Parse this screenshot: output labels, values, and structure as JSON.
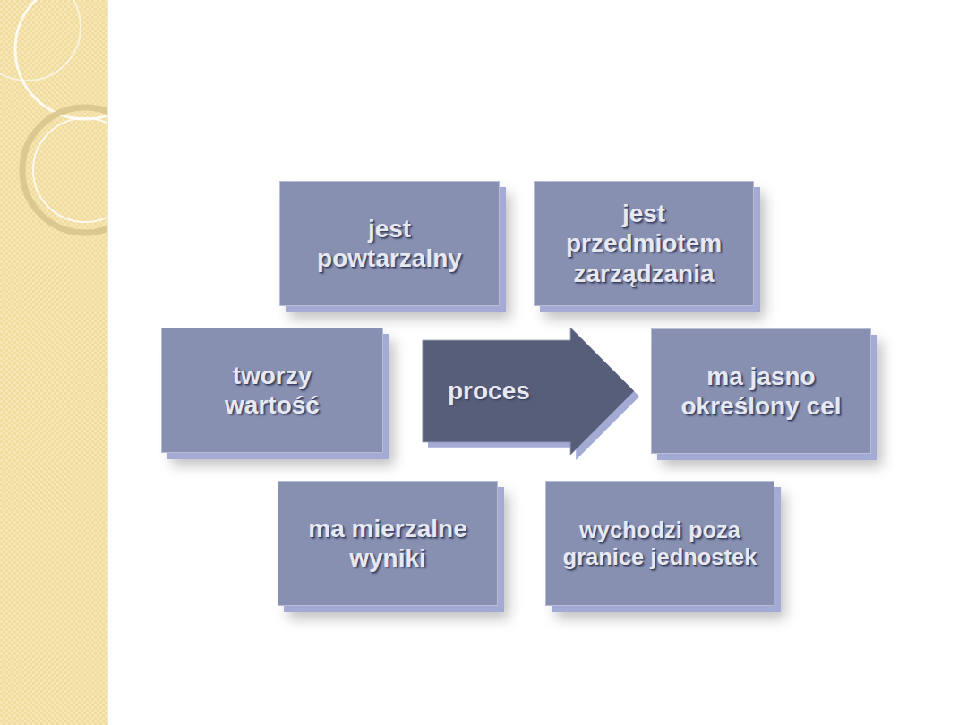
{
  "diagram": {
    "nodes": [
      {
        "text": [
          "jest powtarzalny"
        ]
      },
      {
        "text": [
          "jest przedmiotem zarządzania"
        ]
      },
      {
        "text": [
          "tworzy wartość"
        ]
      },
      {
        "text": [
          "proces"
        ]
      },
      {
        "text": [
          "ma jasno określony cel"
        ]
      },
      {
        "text": [
          "ma mierzalne wyniki"
        ]
      },
      {
        "text": [
          "wychodzi poza granice jednostek"
        ]
      }
    ]
  }
}
